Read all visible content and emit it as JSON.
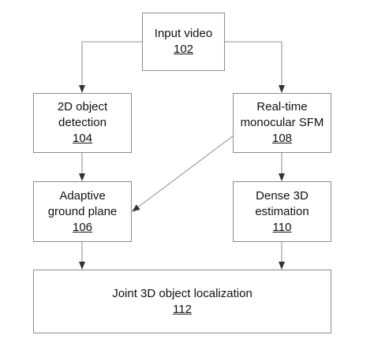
{
  "diagram": {
    "nodes": {
      "input": {
        "lines": [
          "Input video"
        ],
        "ref": "102"
      },
      "detect": {
        "lines": [
          "2D object",
          "detection"
        ],
        "ref": "104"
      },
      "sfm": {
        "lines": [
          "Real-time",
          "monocular SFM"
        ],
        "ref": "108"
      },
      "ground": {
        "lines": [
          "Adaptive",
          "ground plane"
        ],
        "ref": "106"
      },
      "dense": {
        "lines": [
          "Dense 3D",
          "estimation"
        ],
        "ref": "110"
      },
      "joint": {
        "lines": [
          "Joint 3D object localization"
        ],
        "ref": "112"
      }
    },
    "edges": [
      {
        "from": "input",
        "to": "detect"
      },
      {
        "from": "input",
        "to": "sfm"
      },
      {
        "from": "detect",
        "to": "ground"
      },
      {
        "from": "sfm",
        "to": "ground"
      },
      {
        "from": "sfm",
        "to": "dense"
      },
      {
        "from": "ground",
        "to": "joint"
      },
      {
        "from": "dense",
        "to": "joint"
      }
    ],
    "colors": {
      "box_border": "#8c8c8c",
      "connector": "#8c8c8c",
      "arrowhead": "#333333",
      "text": "#111111"
    }
  }
}
